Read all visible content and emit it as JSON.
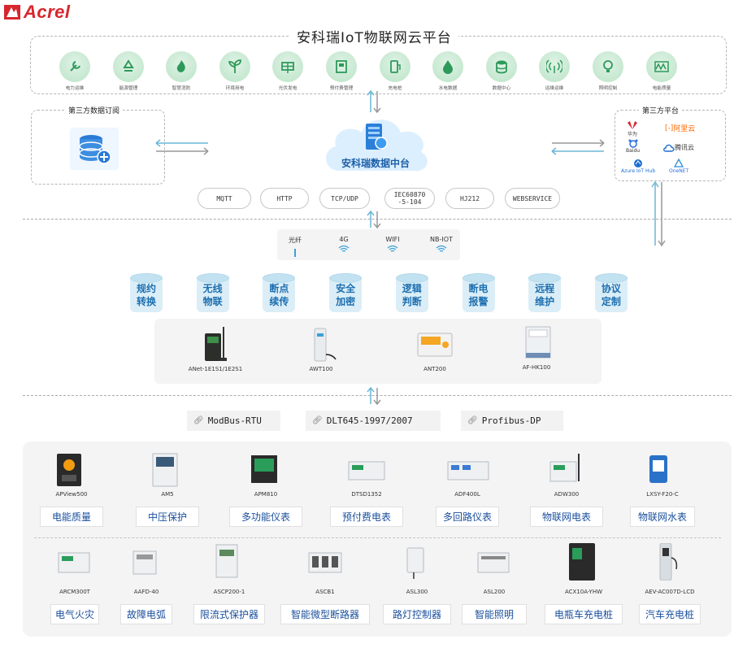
{
  "logo": {
    "text": "Acrel"
  },
  "platform": {
    "title": "安科瑞IoT物联网云平台",
    "modules": [
      {
        "label": "电力运维",
        "icon": "wrench-icon"
      },
      {
        "label": "能源管理",
        "icon": "recycle-icon"
      },
      {
        "label": "智慧消防",
        "icon": "flame-icon"
      },
      {
        "label": "环境用电",
        "icon": "plant-icon"
      },
      {
        "label": "光伏发电",
        "icon": "solar-icon"
      },
      {
        "label": "预付费管理",
        "icon": "card-icon"
      },
      {
        "label": "充电桩",
        "icon": "charger-icon"
      },
      {
        "label": "水电数据",
        "icon": "water-drop-icon"
      },
      {
        "label": "数据中心",
        "icon": "database-icon"
      },
      {
        "label": "运维运维",
        "icon": "signal-icon"
      },
      {
        "label": "照明控制",
        "icon": "bulb-icon"
      },
      {
        "label": "电能质量",
        "icon": "waveform-icon"
      }
    ]
  },
  "third_party_sub": {
    "title": "第三方数据订阅"
  },
  "third_party_platform": {
    "title": "第三方平台",
    "items": [
      "华为",
      "阿里云",
      "Baidu",
      "腾讯云",
      "Azure IoT Hub",
      "OneNET"
    ]
  },
  "data_center": {
    "label": "安科瑞数据中台"
  },
  "protocols": [
    "MQTT",
    "HTTP",
    "TCP/UDP",
    "IEC60870\n-5-104",
    "HJ212",
    "WEBSERVICE"
  ],
  "comm": [
    "光纤",
    "4G",
    "WIFI",
    "NB-IOT"
  ],
  "features": [
    "规约\n转换",
    "无线\n物联",
    "断点\n续传",
    "安全\n加密",
    "逻辑\n判断",
    "断电\n报警",
    "远程\n维护",
    "协议\n定制"
  ],
  "gateways": [
    "ANet-1E1S1/1E2S1",
    "AWT100",
    "ANT200",
    "AF-HK100"
  ],
  "buses": [
    "ModBus-RTU",
    "DLT645-1997/2007",
    "Profibus-DP"
  ],
  "devices_row1": [
    {
      "model": "APView500",
      "tag": "电能质量"
    },
    {
      "model": "AM5",
      "tag": "中压保护"
    },
    {
      "model": "APM810",
      "tag": "多功能仪表"
    },
    {
      "model": "DTSD1352",
      "tag": "预付费电表"
    },
    {
      "model": "ADF400L",
      "tag": "多回路仪表"
    },
    {
      "model": "ADW300",
      "tag": "物联网电表"
    },
    {
      "model": "LXSY-F20-C",
      "tag": "物联网水表"
    }
  ],
  "devices_row2": [
    {
      "model": "ARCM300T",
      "tag": "电气火灾"
    },
    {
      "model": "AAFD-40",
      "tag": "故障电弧"
    },
    {
      "model": "ASCP200-1",
      "tag": "限流式保护器"
    },
    {
      "model": "ASCB1",
      "tag": "智能微型断路器"
    },
    {
      "model": "ASL300",
      "tag": "路灯控制器"
    },
    {
      "model": "ASL200",
      "tag": "智能照明"
    },
    {
      "model": "ACX10A-YHW",
      "tag": "电瓶车充电桩"
    },
    {
      "model": "AEV-AC007D-LCD",
      "tag": "汽车充电桩"
    }
  ],
  "colors": {
    "brand": "#d7262e",
    "tag_text": "#1a4f9c",
    "arrow": "#6cb7d6",
    "module_bg": "#c6e8d0"
  }
}
